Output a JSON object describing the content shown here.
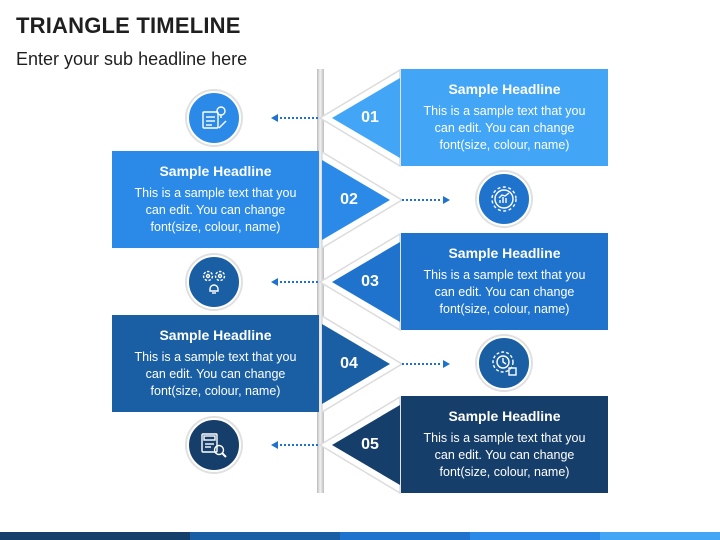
{
  "title": "TRIANGLE TIMELINE",
  "subtitle": "Enter your sub headline here",
  "colors": {
    "step1": "#42a5f5",
    "step2": "#2b8ae8",
    "step3": "#1f73cc",
    "step4": "#1a5fa3",
    "step5": "#163e6b"
  },
  "steps": [
    {
      "number": "01",
      "headline": "Sample Headline",
      "text": "This is a sample text that you can edit. You can change font(size, colour, name)",
      "icon": "document-idea-icon"
    },
    {
      "number": "02",
      "headline": "Sample Headline",
      "text": "This is a sample text that you can edit. You can change font(size, colour, name)",
      "icon": "gear-chart-icon"
    },
    {
      "number": "03",
      "headline": "Sample Headline",
      "text": "This is a sample text that you can edit. You can change font(size, colour, name)",
      "icon": "gears-bulb-icon"
    },
    {
      "number": "04",
      "headline": "Sample Headline",
      "text": "This is a sample text that you can edit. You can change font(size, colour, name)",
      "icon": "clock-gear-icon"
    },
    {
      "number": "05",
      "headline": "Sample Headline",
      "text": "This is a sample text that you can edit. You can change font(size, colour, name)",
      "icon": "job-search-icon"
    }
  ]
}
